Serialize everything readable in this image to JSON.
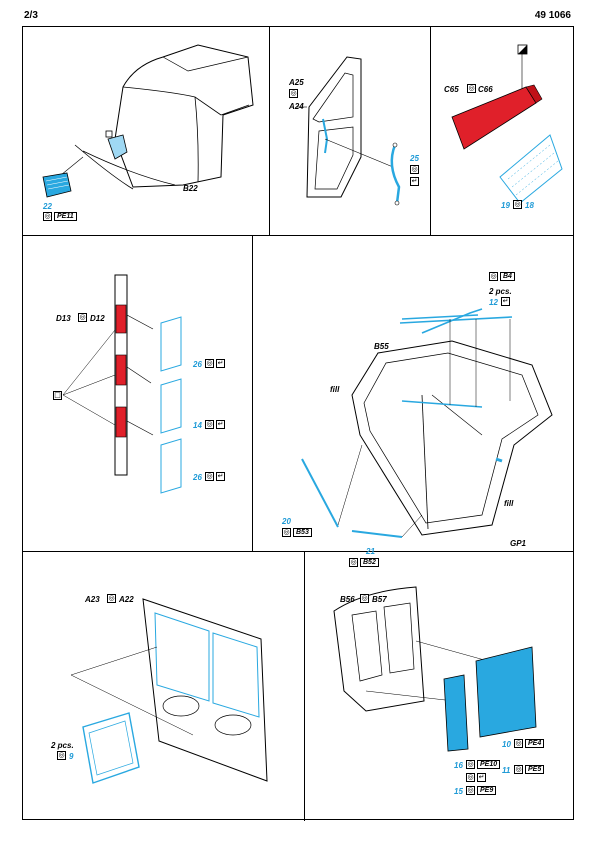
{
  "header": {
    "page": "2/3",
    "code": "49 1066"
  },
  "panels": {
    "p1": {
      "part": "B22",
      "num": "22",
      "tag": "PE11"
    },
    "p2": {
      "a": "A25",
      "b": "A24",
      "num": "25"
    },
    "p3": {
      "a": "C65",
      "b": "C66",
      "num_a": "19",
      "num_b": "18"
    },
    "p4": {
      "a": "D13",
      "b": "D12",
      "n1": "26",
      "n2": "14",
      "n3": "26"
    },
    "p5": {
      "tag_top": "B4",
      "qty": "2 pcs.",
      "num_top": "12",
      "b55": "B55",
      "fill1": "fill",
      "fill2": "fill",
      "gp": "GP1",
      "n20": "20",
      "tag20": "B53",
      "n21": "21",
      "tag21": "B52"
    },
    "p6": {
      "a": "A23",
      "b": "A22",
      "qty": "2 pcs.",
      "num": "9"
    },
    "p7": {
      "a": "B56",
      "b": "B57",
      "n10": "10",
      "t10": "PE4",
      "n16": "16",
      "t16": "PE10",
      "n11": "11",
      "t11": "PE5",
      "n15": "15",
      "t15": "PE9"
    }
  },
  "colors": {
    "accent": "#1e9ad6",
    "part_red": "#e0202a",
    "etch_blue": "#29a8e0"
  }
}
